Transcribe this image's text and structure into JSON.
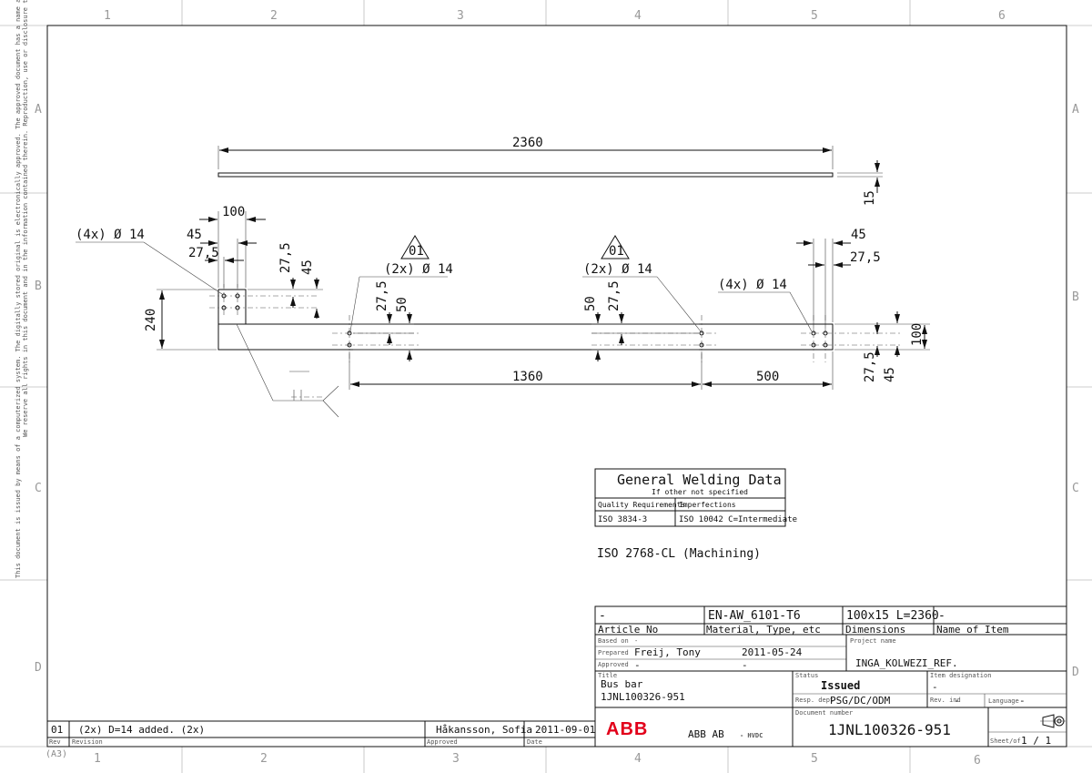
{
  "zones": {
    "columns": [
      "1",
      "2",
      "3",
      "4",
      "5",
      "6"
    ],
    "rows": [
      "A",
      "B",
      "C",
      "D"
    ]
  },
  "dimensions": {
    "length": "2360",
    "thickness": "15",
    "width_top": "100",
    "offset_45_left": "45",
    "offset_275_left": "27,5",
    "vert_275_left": "27,5",
    "vert_45_left": "45",
    "height_240": "240",
    "holes_4x_left": "(4x)  Ø 14",
    "holes_2x_a": "(2x)  Ø 14",
    "holes_2x_b": "(2x)  Ø 14",
    "holes_4x_right": "(4x)  Ø 14",
    "rev_marker_a": "01",
    "rev_marker_b": "01",
    "vert_275_mid_a": "27,5",
    "vert_50_mid_a": "50",
    "vert_50_mid_b": "50",
    "vert_275_mid_b": "27,5",
    "offset_45_right": "45",
    "offset_275_right": "27,5",
    "span_1360": "1360",
    "span_500": "500",
    "height_100_right": "100",
    "vert_275_right": "27,5",
    "vert_45_right": "45"
  },
  "welding": {
    "title": "General  Welding  Data",
    "subtitle": "If other not specified",
    "col1_header": "Quality Requirements",
    "col2_header": "Imperfections",
    "col1_value": "ISO  3834-3",
    "col2_value": "ISO  10042  C=Intermediate"
  },
  "tolerance_note": "ISO  2768-CL  (Machining)",
  "side_notes": {
    "rights": "We reserve all rights in this document and in the information contained therein. Reproduction, use or disclosure to third parties without express authority is strictly forbidden.  © ABB AB  (SE)",
    "signature": "This document is issued by means of a computerized system. The digitally stored original is electronically approved. The approved document has a name and date entered in the approved field. A manual signature is not required."
  },
  "title_block": {
    "article_no_value": "-",
    "material_value": "EN-AW_6101-T6",
    "dimensions_value": "100x15  L=2360",
    "name_of_item_value": "-",
    "article_no_label": "Article No",
    "material_label": "Material, Type, etc",
    "dimensions_label": "Dimensions",
    "name_of_item_label": "Name of Item",
    "based_on_label": "Based on",
    "based_on_value": "-",
    "project_name_label": "Project name",
    "project_name_value": "INGA_KOLWEZI_REF.",
    "prepared_label": "Prepared",
    "prepared_value": "Freij, Tony",
    "prepared_date": "2011-05-24",
    "approved_label": "Approved",
    "approved_value": "-",
    "approved_date": "-",
    "title_label": "Title",
    "title_line1": "Bus bar",
    "title_line2": "1JNL100326-951",
    "status_label": "Status",
    "status_value": "Issued",
    "item_designation_label": "Item designation",
    "item_designation_value": "-",
    "resp_dept_label": "Resp. dept",
    "resp_dept_value": "PSG/DC/ODM",
    "rev_ind_label": "Rev. ind",
    "rev_ind_value": "-",
    "language_label": "Language",
    "language_value": "-",
    "document_number_label": "Document number",
    "document_number_value": "1JNL100326-951",
    "company_name": "ABB AB",
    "company_dept": "-  HVDC",
    "logo": "ABB",
    "sheet_label": "Sheet/of",
    "sheet_value": "1  /  1"
  },
  "revision": {
    "rev": "01",
    "description": "(2x)  D=14  added.  (2x)",
    "approved_by": "Håkansson, Sofia",
    "date": "2011-09-01",
    "rev_label": "Rev",
    "revision_label": "Revision",
    "approved_label": "Approved",
    "date_label": "Date",
    "format": "(A3)"
  },
  "colors": {
    "logo_red": "#e2001a",
    "ink": "#111111",
    "frame_grey": "#999999"
  }
}
